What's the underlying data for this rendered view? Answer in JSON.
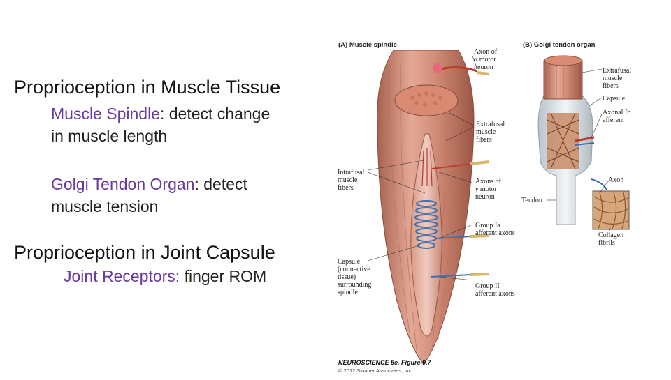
{
  "slide": {
    "heading1": "Proprioception in Muscle Tissue",
    "item1_term": "Muscle Spindle",
    "item1_rest": ": detect change",
    "item1_line2": "in muscle length",
    "item2_term": "Golgi Tendon Organ",
    "item2_rest": ": detect",
    "item2_line2": "muscle tension",
    "heading2": "Proprioception in Joint Capsule",
    "item3_term": "Joint Receptors:",
    "item3_rest": " finger ROM"
  },
  "figure": {
    "panel_a_title": "(A)  Muscle spindle",
    "panel_b_title": "(B)  Golgi tendon organ",
    "labels_a": {
      "axon_alpha": [
        "Axon of",
        "α motor",
        "neuron"
      ],
      "extrafusal": [
        "Extrafusal",
        "muscle",
        "fibers"
      ],
      "intrafusal": [
        "Intrafusal",
        "muscle",
        "fibers"
      ],
      "gamma": [
        "Axons of",
        "γ motor",
        "neuron"
      ],
      "group_ia": [
        "Group Ia",
        "afferent axons"
      ],
      "capsule": [
        "Capsule",
        "(connective",
        "tissue)",
        "surrounding",
        "spindle"
      ],
      "group_ii": [
        "Group II",
        "afferent axons"
      ]
    },
    "labels_b": {
      "extrafusal": [
        "Extrafusal",
        "muscle",
        "fibers"
      ],
      "capsule": [
        "Capsule"
      ],
      "axonal": [
        "Axonal Ib",
        "afferent"
      ],
      "axon": [
        "Axon"
      ],
      "tendon": [
        "Tendon"
      ],
      "collagen": [
        "Collagen",
        "fibrils"
      ]
    },
    "caption": "NEUROSCIENCE 5e, Figure 9.7",
    "copyright": "© 2012 Sinauer Associates, Inc."
  },
  "colors": {
    "term": "#6b3aa0",
    "muscle": "#c98b7a",
    "nerve_red": "#c0392b",
    "nerve_blue": "#3a6fb0",
    "tendon": "#dfe6ea"
  }
}
